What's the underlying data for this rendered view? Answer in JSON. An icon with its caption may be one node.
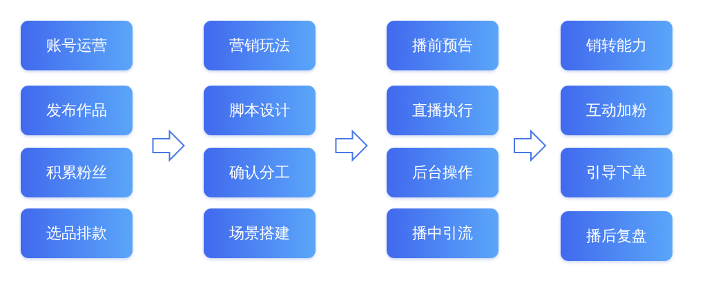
{
  "diagram": {
    "nodes": [
      {
        "text": [
          "账号运营"
        ]
      },
      {
        "text": [
          "发布作品"
        ]
      },
      {
        "text": [
          "积累粉丝"
        ]
      },
      {
        "text": [
          "选品排款"
        ]
      },
      {
        "text": [
          "营销玩法"
        ]
      },
      {
        "text": [
          "脚本设计"
        ]
      },
      {
        "text": [
          "确认分工"
        ]
      },
      {
        "text": [
          "场景搭建"
        ]
      },
      {
        "text": [
          "播前预告"
        ]
      },
      {
        "text": [
          "直播执行"
        ]
      },
      {
        "text": [
          "后台操作"
        ]
      },
      {
        "text": [
          "播中引流"
        ]
      },
      {
        "text": [
          "销转能力"
        ]
      },
      {
        "text": [
          "互动加粉"
        ]
      },
      {
        "text": [
          "引导下单"
        ]
      },
      {
        "text": [
          "播后复盘"
        ]
      }
    ],
    "edges": [
      {
        "from": 2,
        "to": 6,
        "arrow": "to"
      },
      {
        "from": 6,
        "to": 10,
        "arrow": "to"
      },
      {
        "from": 10,
        "to": 14,
        "arrow": "to"
      }
    ]
  }
}
